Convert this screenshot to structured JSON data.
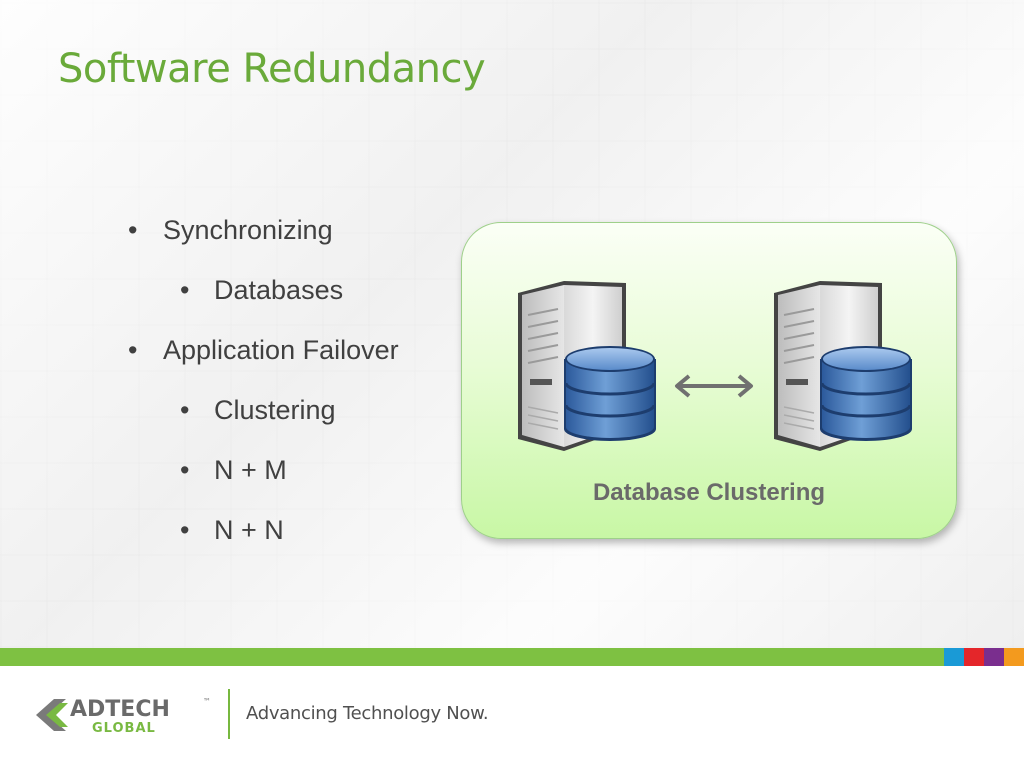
{
  "slide": {
    "title": "Software Redundancy",
    "bullets": [
      {
        "level": 1,
        "text": "Synchronizing"
      },
      {
        "level": 2,
        "text": "Databases"
      },
      {
        "level": 1,
        "text": "Application Failover"
      },
      {
        "level": 2,
        "text": "Clustering"
      },
      {
        "level": 2,
        "text": "N + M"
      },
      {
        "level": 2,
        "text": "N + N"
      }
    ],
    "bullet_char": "•",
    "diagram": {
      "label": "Database Clustering",
      "icons": [
        "server-database-icon",
        "double-arrow-icon",
        "server-database-icon"
      ]
    }
  },
  "footer": {
    "logo_top": "ADTECH",
    "logo_tm": "™",
    "logo_bottom": "GLOBAL",
    "tagline": "Advancing Technology Now."
  },
  "colors": {
    "title": "#6aaa3a",
    "green_bar": "#7ec142",
    "accent_segments": [
      "#1a9ad6",
      "#e4262a",
      "#7a2e8e",
      "#f39a1e"
    ]
  }
}
